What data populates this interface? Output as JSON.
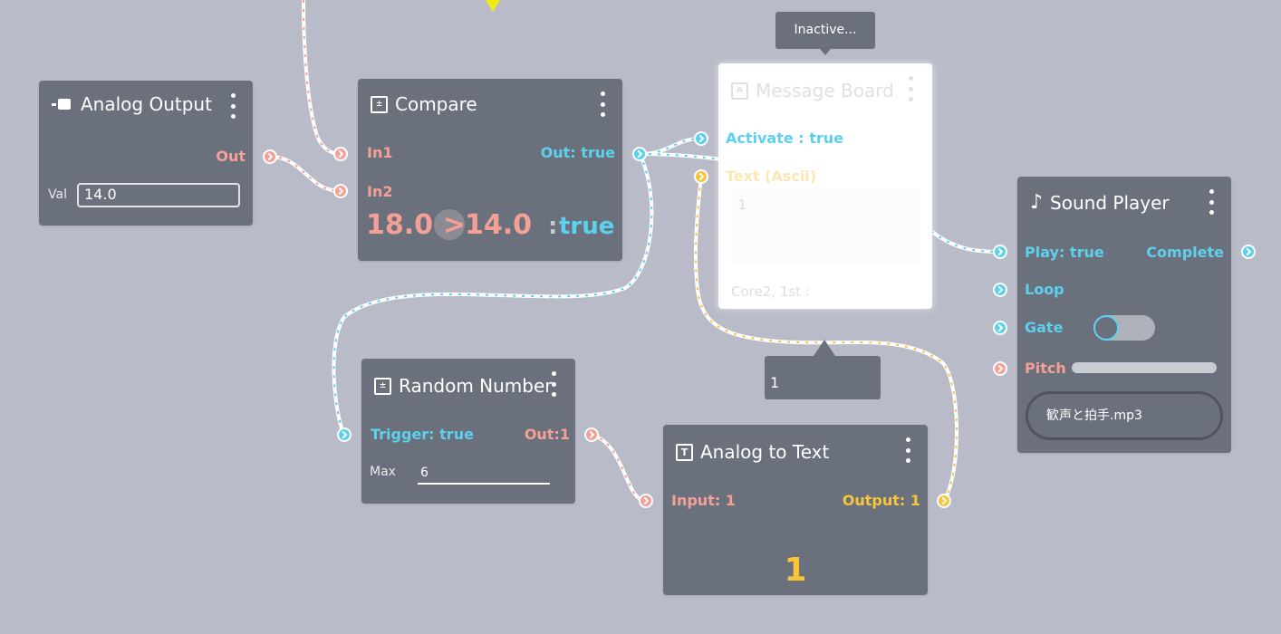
{
  "colors": {
    "canvas": "#b9bcc8",
    "node": "#6b717c",
    "analog_port": "#f4a096",
    "digital_port": "#5dd0ee",
    "text_port": "#f7c43a"
  },
  "analog_output": {
    "title": "Analog Output",
    "icon": "analog-output-icon",
    "out_label": "Out",
    "val_label": "Val",
    "val_value": "14.0"
  },
  "compare": {
    "title": "Compare",
    "icon": "calculator-icon",
    "in1_label": "In1",
    "in2_label": "In2",
    "out_label": "Out: true",
    "left_value": "18.0",
    "operator": ">",
    "right_value": "14.0",
    "result_sep": ":",
    "result": "true"
  },
  "message_board": {
    "tooltip": "Inactive...",
    "title": "Message Board",
    "icon": "message-board-icon",
    "activate_label": "Activate : true",
    "text_label": "Text (Ascii)",
    "text_value": "1",
    "footer": "Core2, 1st :"
  },
  "sound_player": {
    "title": "Sound Player",
    "icon": "music-note-icon",
    "play_label": "Play: true",
    "complete_label": "Complete",
    "loop_label": "Loop",
    "gate_label": "Gate",
    "pitch_label": "Pitch",
    "file_name": "歓声と拍手.mp3",
    "gate_on": false,
    "pitch_level": 0.0
  },
  "random_number": {
    "title": "Random Number",
    "icon": "calculator-icon",
    "trigger_label": "Trigger: true",
    "out_label": "Out:1",
    "max_label": "Max",
    "max_value": "6"
  },
  "analog_to_text": {
    "title": "Analog to Text",
    "icon": "text-icon",
    "input_label": "Input: 1",
    "output_label": "Output: 1",
    "value": "1"
  },
  "wire_tooltip": {
    "value": "1"
  }
}
